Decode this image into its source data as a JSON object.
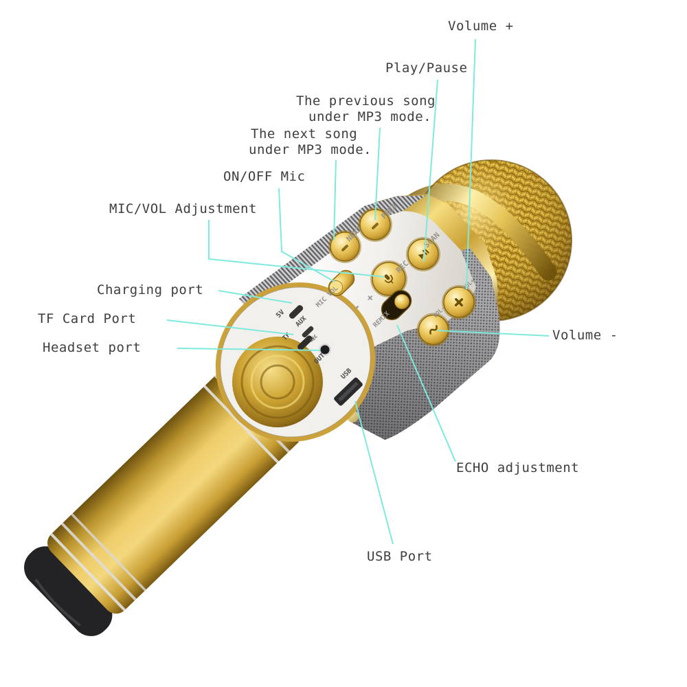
{
  "background": "#ffffff",
  "line_color": "#7ee9dd",
  "text_color": "#3e3e3e",
  "gold_accent": "#d4a62e",
  "grille_gray": "#a9a9ab",
  "callouts": {
    "volume_plus": {
      "label": "Volume +"
    },
    "play_pause": {
      "label": "Play/Pause"
    },
    "previous_song": {
      "line1": "The previous song",
      "line2": "under MP3 mode."
    },
    "next_song": {
      "line1": "The next song",
      "line2": "under MP3 mode."
    },
    "on_off_mic": {
      "label": "ON/OFF Mic"
    },
    "mic_vol_adjustment": {
      "label": "MIC/VOL Adjustment"
    },
    "charging_port": {
      "label": "Charging port"
    },
    "tf_card_port": {
      "label": "TF Card Port"
    },
    "headset_port": {
      "label": "Headset port"
    },
    "volume_minus": {
      "label": "Volume -"
    },
    "echo_adjustment": {
      "label": "ECHO adjustment"
    },
    "usb_port": {
      "label": "USB Port"
    }
  },
  "device": {
    "panel": {
      "prev": "PREV",
      "next": "NEXT",
      "scan": "SCAN",
      "rec": "REC",
      "mic_vol": "MIC VOL",
      "remix": "REMIX",
      "vol_plus": "VOL+",
      "vol_minus": "VOL-",
      "plus_mark": "+",
      "minus_mark": "-"
    },
    "ports": {
      "power": "5V",
      "aux": "AUX",
      "rec": "REC",
      "tf": "TF",
      "out": "OUT",
      "usb": "USB"
    }
  }
}
